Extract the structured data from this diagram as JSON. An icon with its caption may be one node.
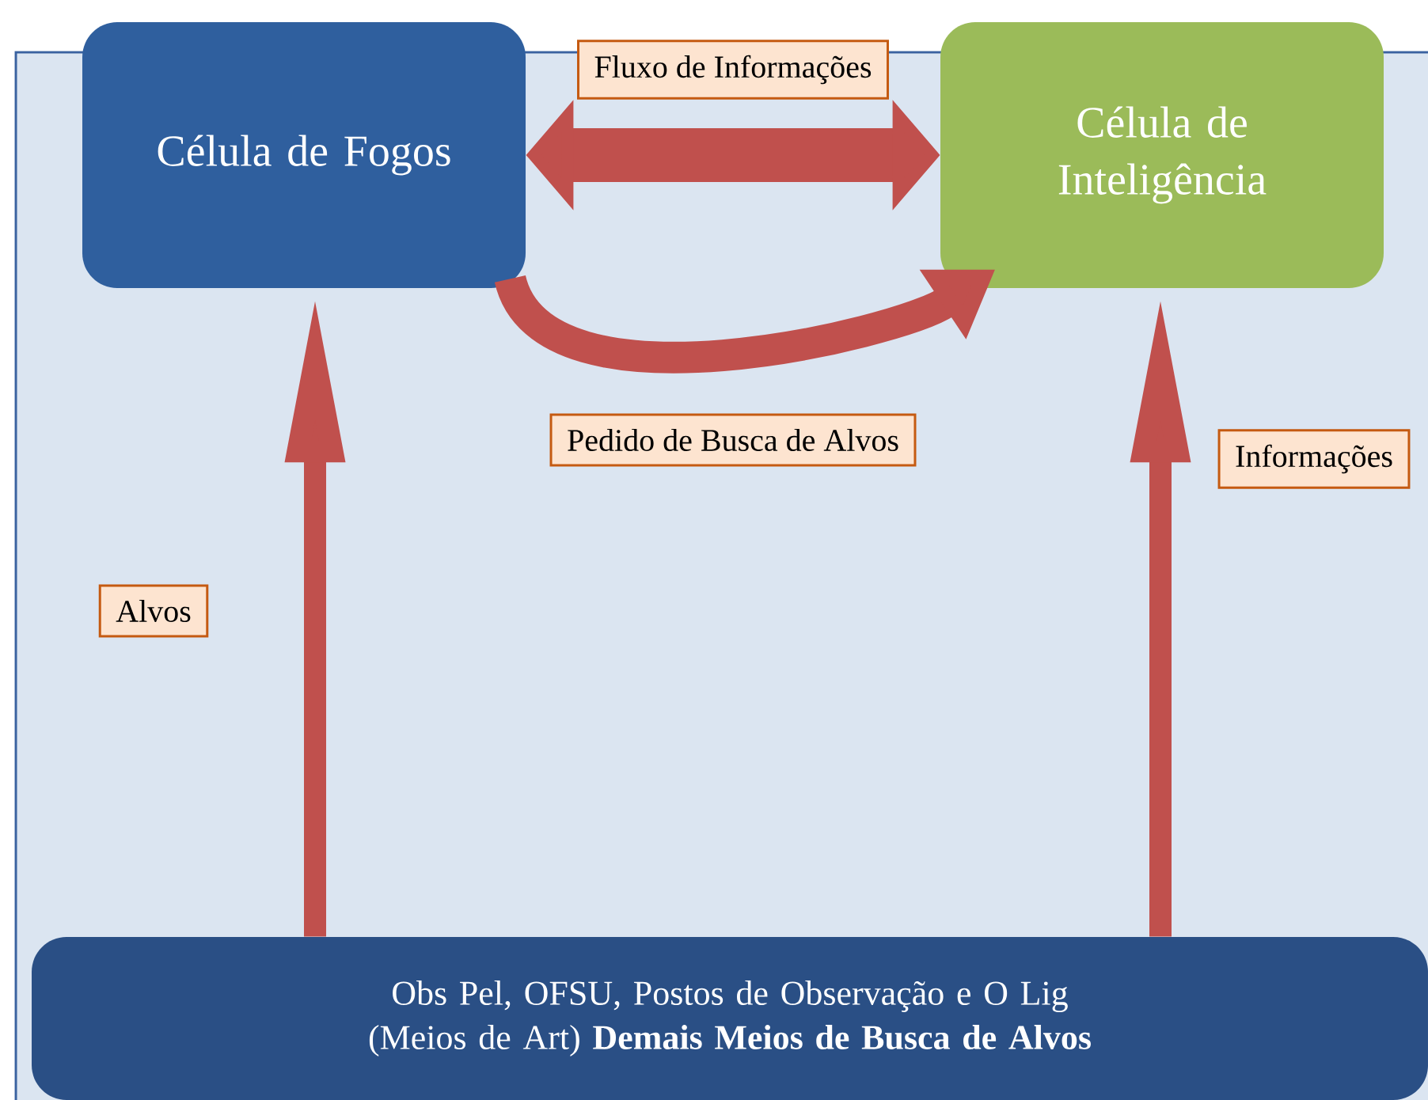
{
  "diagram": {
    "nodes": [
      {
        "text": [
          "Célula de Fogos"
        ]
      },
      {
        "text": [
          "Célula de Inteligência"
        ]
      },
      {
        "text": [
          "Obs Pel, OFSU, Postos de Observação e O Lig (Meios de Art) **Demais Meios de Busca de Alvos**"
        ]
      }
    ],
    "edges": [
      {
        "from": 0,
        "to": 1,
        "arrow": "both",
        "label": "Fluxo de Informações",
        "style": "thick"
      },
      {
        "from": 0,
        "to": 1,
        "arrow": "to",
        "label": "Pedido de Busca de Alvos"
      },
      {
        "from": 2,
        "to": 0,
        "arrow": "to",
        "label": "Alvos"
      },
      {
        "from": 2,
        "to": 1,
        "arrow": "to",
        "label": "Informações"
      }
    ]
  }
}
